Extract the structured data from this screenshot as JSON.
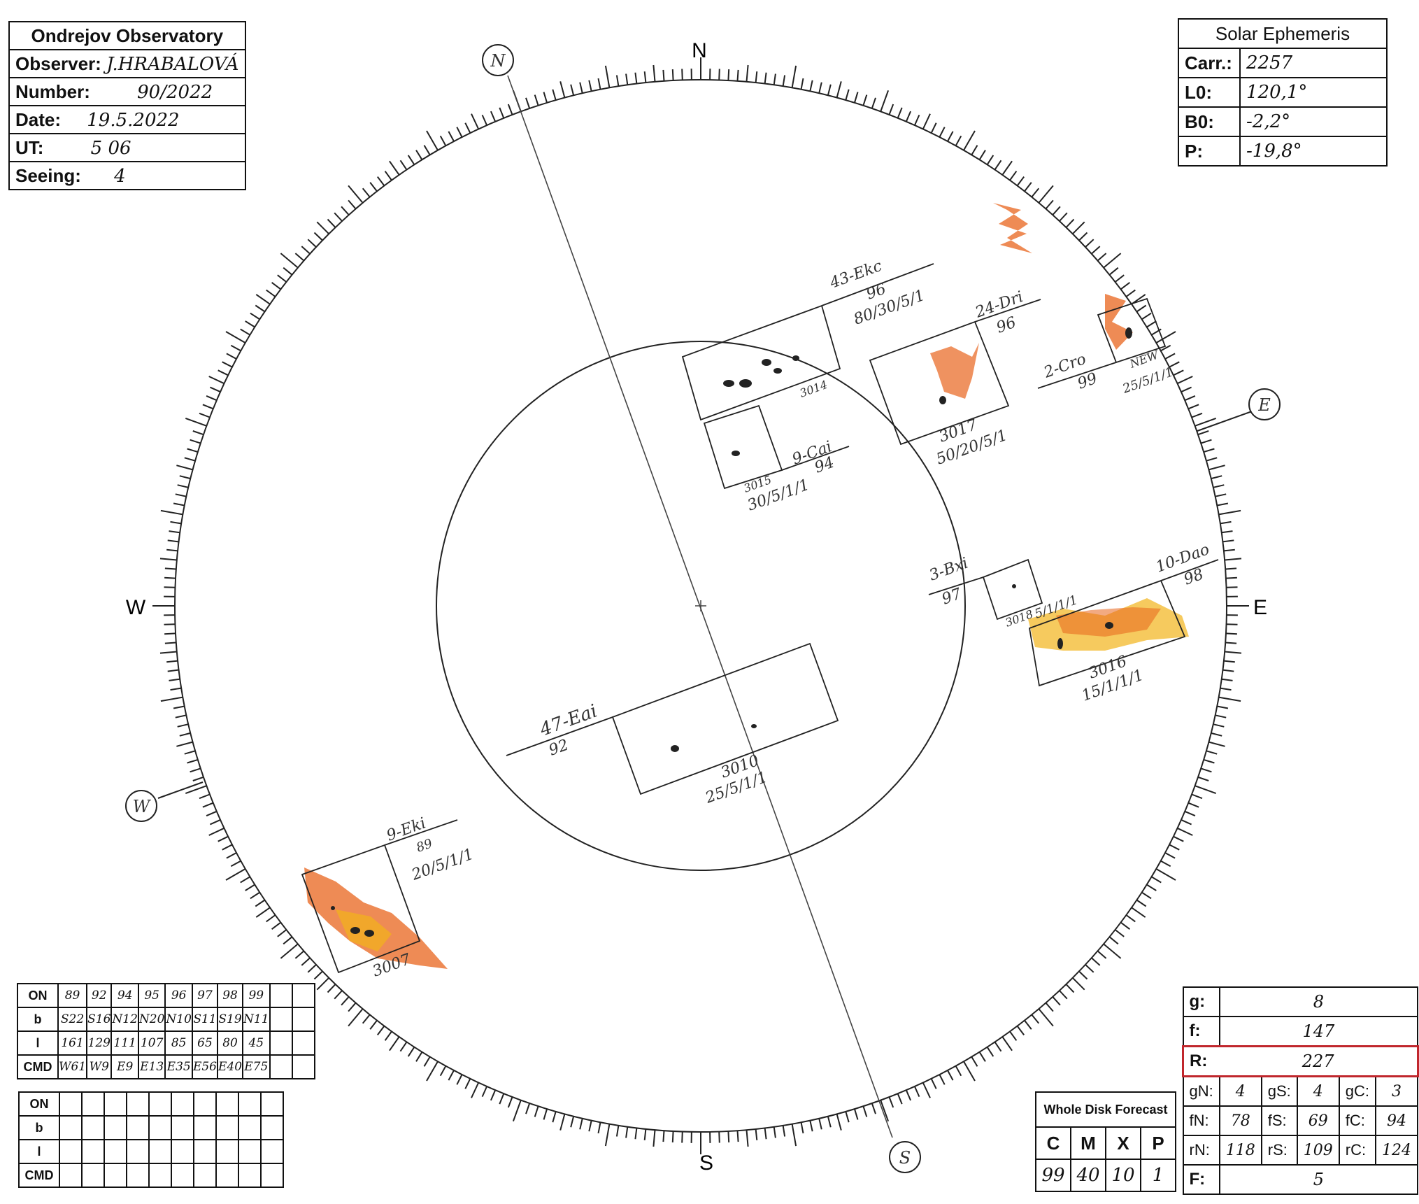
{
  "observatory": {
    "name": "Ondrejov Observatory",
    "observer_label": "Observer:",
    "observer": "J.HRABALOVÁ",
    "number_label": "Number:",
    "number": "90/2022",
    "date_label": "Date:",
    "date": "19.5.2022",
    "ut_label": "UT:",
    "ut": "5 06",
    "seeing_label": "Seeing:",
    "seeing": "4"
  },
  "ephemeris": {
    "title": "Solar Ephemeris",
    "carr_label": "Carr.:",
    "carr": "2257",
    "l0_label": "L0:",
    "l0": "120,1°",
    "b0_label": "B0:",
    "b0": "-2,2°",
    "p_label": "P:",
    "p": "-19,8°"
  },
  "compass": {
    "north": "N",
    "south": "S",
    "east": "E",
    "west": "W",
    "circle_n": "N",
    "circle_s": "S",
    "circle_e": "E",
    "circle_w": "W"
  },
  "regions": [
    {
      "class": "43-Ekc",
      "num": "96",
      "noaa": "3014",
      "counts": "80/30/5/1"
    },
    {
      "class": "24-Dri",
      "num": "96",
      "noaa": "3017",
      "counts": "50/20/5/1"
    },
    {
      "class": "2-Cro",
      "num": "99",
      "note": "NEW",
      "counts": "25/5/1/1"
    },
    {
      "class": "9-Cai",
      "num": "94",
      "noaa": "3015",
      "counts": "30/5/1/1"
    },
    {
      "class": "3-Bxi",
      "num": "97",
      "noaa": "3018",
      "counts": "5/1/1/1"
    },
    {
      "class": "10-Dao",
      "num": "98",
      "noaa": "3016",
      "counts": "15/1/1/1"
    },
    {
      "class": "47-Eai",
      "num": "92",
      "noaa": "3010",
      "counts": "25/5/1/1"
    },
    {
      "class": "9-Eki",
      "num": "89",
      "noaa": "3007",
      "counts": "20/5/1/1"
    }
  ],
  "grid1": {
    "row_labels": [
      "ON",
      "b",
      "l",
      "CMD"
    ],
    "on": [
      "89",
      "92",
      "94",
      "95",
      "96",
      "97",
      "98",
      "99",
      "",
      ""
    ],
    "b": [
      "S22",
      "S16",
      "N12",
      "N20",
      "N10",
      "S11",
      "S19",
      "N11",
      "",
      ""
    ],
    "l": [
      "161",
      "129",
      "111",
      "107",
      "85",
      "65",
      "80",
      "45",
      "",
      ""
    ],
    "cmd": [
      "W61",
      "W9",
      "E9",
      "E13",
      "E35",
      "E56",
      "E40",
      "E75",
      "",
      ""
    ]
  },
  "grid2": {
    "row_labels": [
      "ON",
      "b",
      "l",
      "CMD"
    ]
  },
  "forecast": {
    "title": "Whole Disk Forecast",
    "headers": [
      "C",
      "M",
      "X",
      "P"
    ],
    "values": [
      "99",
      "40",
      "10",
      "1"
    ]
  },
  "sunspot": {
    "g_label": "g:",
    "g": "8",
    "f_label": "f:",
    "f": "147",
    "r_label": "R:",
    "r": "227",
    "gn_label": "gN:",
    "gn": "4",
    "gs_label": "gS:",
    "gs": "4",
    "gc_label": "gC:",
    "gc": "3",
    "fn_label": "fN:",
    "fn": "78",
    "fs_label": "fS:",
    "fs": "69",
    "fc_label": "fC:",
    "fc": "94",
    "rn_label": "rN:",
    "rn": "118",
    "rs_label": "rS:",
    "rs": "109",
    "rc_label": "rC:",
    "rc": "124",
    "ff_label": "F:",
    "ff": "5"
  },
  "colors": {
    "ink": "#111111",
    "faculae_orange": "#e8641c",
    "faculae_yellow": "#f2b31a",
    "r_border": "#c0262c"
  }
}
